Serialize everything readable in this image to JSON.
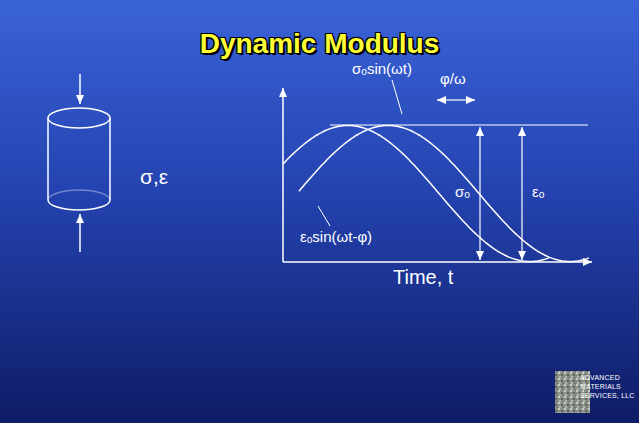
{
  "diagram": {
    "title": "Dynamic Modulus",
    "labels": [
      "σₒsin(ωt)",
      "φ/ω",
      "σₒ",
      "εₒ",
      "σ,ε",
      "εₒsin(ωt-φ)",
      "Time, t",
      "ADVANCED MATERIALS SERVICES, LLC"
    ]
  }
}
